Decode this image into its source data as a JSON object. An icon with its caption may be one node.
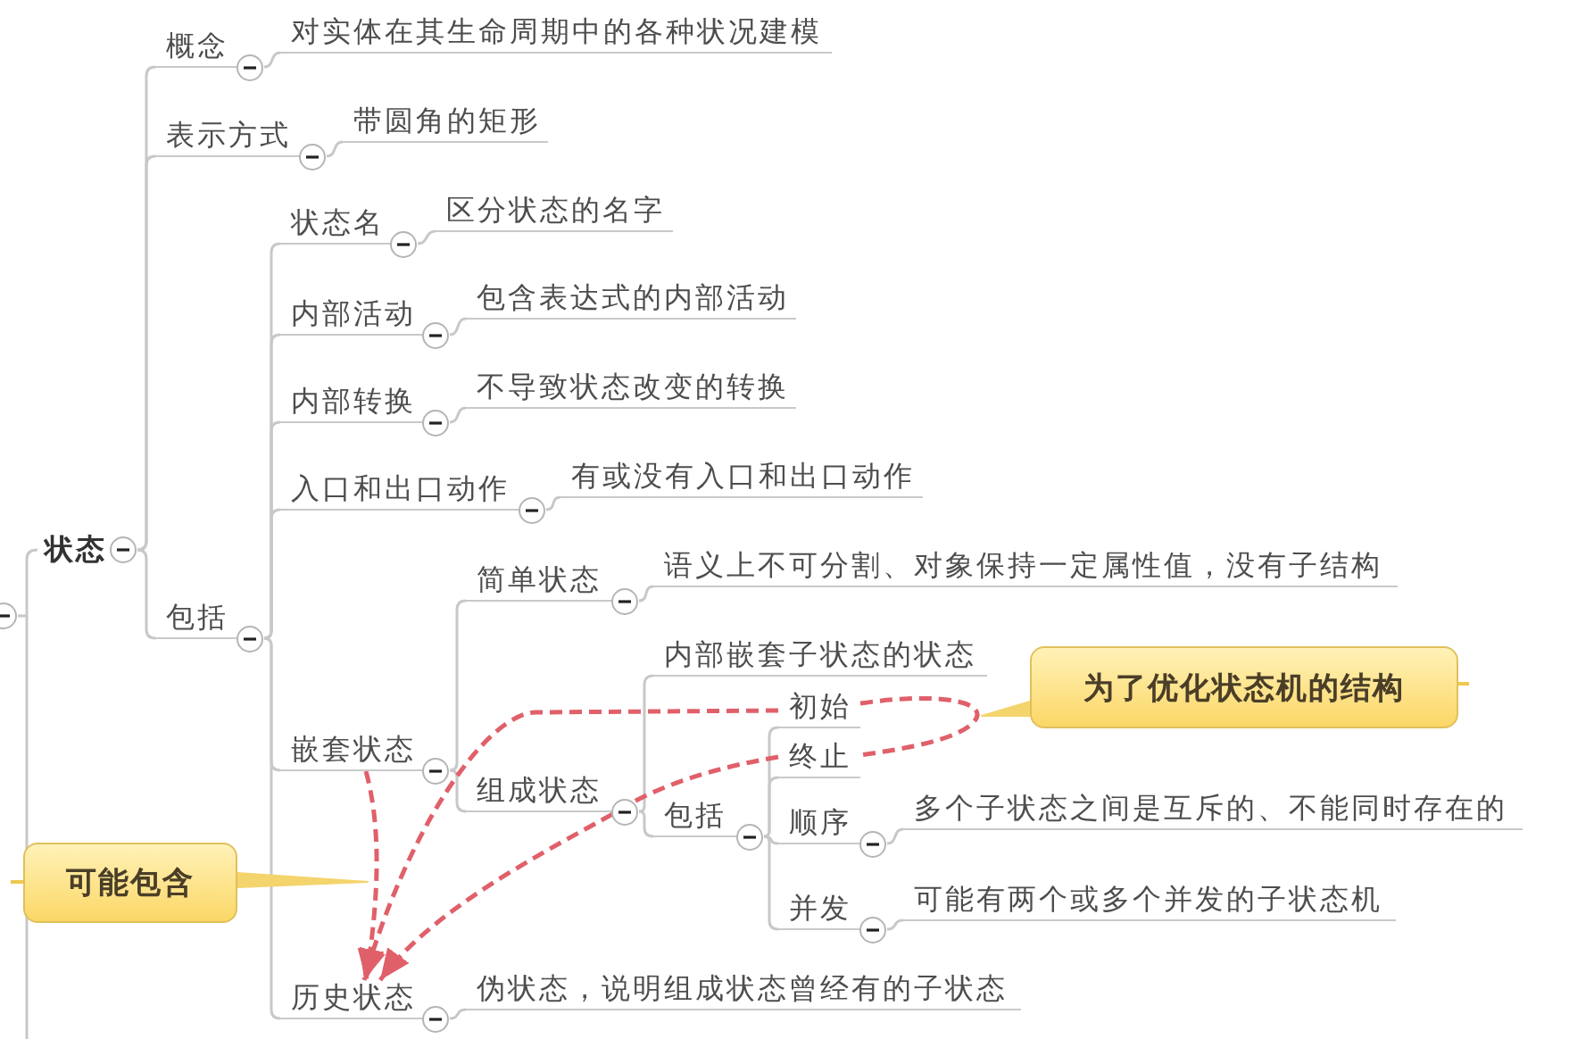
{
  "diagram": {
    "nodes": [
      {
        "text": [
          "状态"
        ]
      },
      {
        "text": [
          "概念"
        ]
      },
      {
        "text": [
          "对实体在其生命周期中的各种状况建模"
        ]
      },
      {
        "text": [
          "表示方式"
        ]
      },
      {
        "text": [
          "带圆角的矩形"
        ]
      },
      {
        "text": [
          "包括"
        ]
      },
      {
        "text": [
          "状态名"
        ]
      },
      {
        "text": [
          "区分状态的名字"
        ]
      },
      {
        "text": [
          "内部活动"
        ]
      },
      {
        "text": [
          "包含表达式的内部活动"
        ]
      },
      {
        "text": [
          "内部转换"
        ]
      },
      {
        "text": [
          "不导致状态改变的转换"
        ]
      },
      {
        "text": [
          "入口和出口动作"
        ]
      },
      {
        "text": [
          "有或没有入口和出口动作"
        ]
      },
      {
        "text": [
          "嵌套状态"
        ]
      },
      {
        "text": [
          "简单状态"
        ]
      },
      {
        "text": [
          "语义上不可分割、对象保持一定属性值，没有子结构"
        ]
      },
      {
        "text": [
          "组成状态"
        ]
      },
      {
        "text": [
          "内部嵌套子状态的状态"
        ]
      },
      {
        "text": [
          "包括"
        ]
      },
      {
        "text": [
          "初始"
        ]
      },
      {
        "text": [
          "终止"
        ]
      },
      {
        "text": [
          "顺序"
        ]
      },
      {
        "text": [
          "多个子状态之间是互斥的、不能同时存在的"
        ]
      },
      {
        "text": [
          "并发"
        ]
      },
      {
        "text": [
          "可能有两个或多个并发的子状态机"
        ]
      },
      {
        "text": [
          "历史状态"
        ]
      },
      {
        "text": [
          "伪状态，说明组成状态曾经有的子状态"
        ]
      },
      {
        "text": [
          "为了优化状态机的结构"
        ]
      },
      {
        "text": [
          "可能包含"
        ]
      }
    ],
    "edges": [
      {
        "from": null,
        "to": 0,
        "arrow": "none"
      },
      {
        "from": 0,
        "to": 1,
        "arrow": "none"
      },
      {
        "from": 1,
        "to": 2,
        "arrow": "none"
      },
      {
        "from": 0,
        "to": 3,
        "arrow": "none"
      },
      {
        "from": 3,
        "to": 4,
        "arrow": "none"
      },
      {
        "from": 0,
        "to": 5,
        "arrow": "none"
      },
      {
        "from": 5,
        "to": 6,
        "arrow": "none"
      },
      {
        "from": 6,
        "to": 7,
        "arrow": "none"
      },
      {
        "from": 5,
        "to": 8,
        "arrow": "none"
      },
      {
        "from": 8,
        "to": 9,
        "arrow": "none"
      },
      {
        "from": 5,
        "to": 10,
        "arrow": "none"
      },
      {
        "from": 10,
        "to": 11,
        "arrow": "none"
      },
      {
        "from": 5,
        "to": 12,
        "arrow": "none"
      },
      {
        "from": 12,
        "to": 13,
        "arrow": "none"
      },
      {
        "from": 5,
        "to": 14,
        "arrow": "none"
      },
      {
        "from": 14,
        "to": 15,
        "arrow": "none"
      },
      {
        "from": 15,
        "to": 16,
        "arrow": "none"
      },
      {
        "from": 14,
        "to": 17,
        "arrow": "none"
      },
      {
        "from": 17,
        "to": 18,
        "arrow": "none"
      },
      {
        "from": 17,
        "to": 19,
        "arrow": "none"
      },
      {
        "from": 19,
        "to": 20,
        "arrow": "none"
      },
      {
        "from": 19,
        "to": 21,
        "arrow": "none"
      },
      {
        "from": 19,
        "to": 22,
        "arrow": "none"
      },
      {
        "from": 22,
        "to": 23,
        "arrow": "none"
      },
      {
        "from": 19,
        "to": 24,
        "arrow": "none"
      },
      {
        "from": 24,
        "to": 25,
        "arrow": "none"
      },
      {
        "from": 5,
        "to": 26,
        "arrow": "none"
      },
      {
        "from": 26,
        "to": 27,
        "arrow": "none"
      },
      {
        "from": 14,
        "to": 26,
        "arrow": "to",
        "style": "dashed",
        "color": "#e0606a"
      },
      {
        "from": 20,
        "to": 26,
        "arrow": "to",
        "style": "dashed",
        "color": "#e0606a"
      },
      {
        "from": 21,
        "to": 26,
        "arrow": "to",
        "style": "dashed",
        "color": "#e0606a"
      },
      {
        "from": 20,
        "to": 21,
        "arrow": "none",
        "style": "dashed",
        "color": "#e0606a"
      },
      {
        "from": 28,
        "to": null,
        "arrow": "to",
        "color": "#f4d46c"
      },
      {
        "from": 29,
        "to": null,
        "arrow": "to",
        "color": "#f4d46c"
      }
    ]
  }
}
